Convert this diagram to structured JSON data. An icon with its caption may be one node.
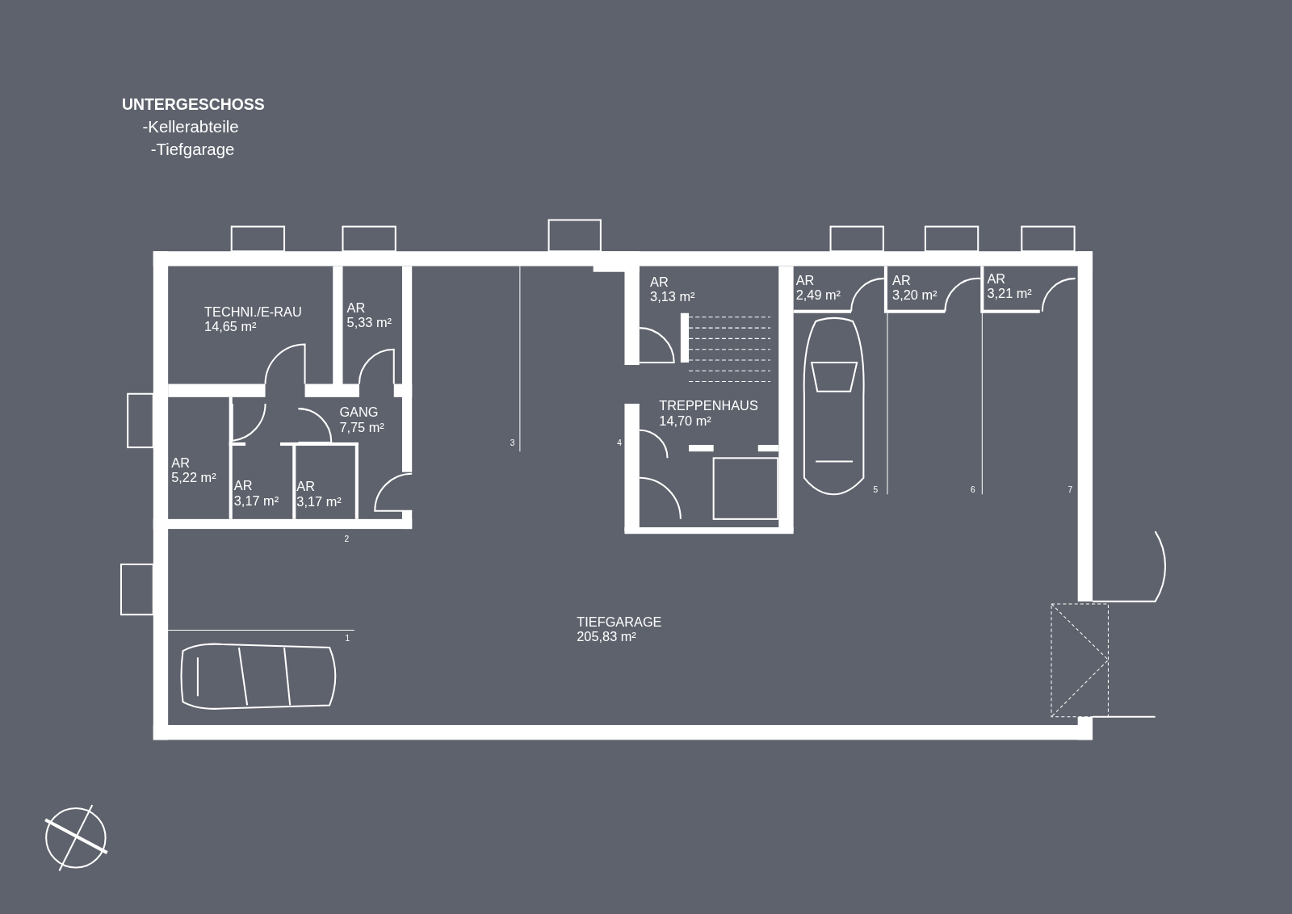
{
  "diagram": {
    "title": "UNTERGESCHOSS",
    "nodes": [
      {
        "text": [
          "TECHNI./E-RAU",
          "14,65 m²"
        ]
      },
      {
        "text": [
          "AR",
          "5,33 m²"
        ]
      },
      {
        "text": [
          "AR",
          "3,13 m²"
        ]
      },
      {
        "text": [
          "TREPPENHAUS",
          "14,70 m²"
        ]
      },
      {
        "text": [
          "AR",
          "2,49 m²"
        ]
      },
      {
        "text": [
          "AR",
          "3,20 m²"
        ]
      },
      {
        "text": [
          "AR",
          "3,21 m²"
        ]
      },
      {
        "text": [
          "GANG",
          "7,75 m²"
        ]
      },
      {
        "text": [
          "AR",
          "5,22 m²"
        ]
      },
      {
        "text": [
          "AR",
          "3,17 m²"
        ]
      },
      {
        "text": [
          "AR",
          "3,17 m²"
        ]
      },
      {
        "text": [
          "TIEFGARAGE",
          "205,83 m²"
        ]
      }
    ],
    "labels": [
      "-Kellerabteile",
      "-Tiefgarage",
      "3",
      "4",
      "5",
      "6",
      "7",
      "2",
      "1"
    ]
  }
}
